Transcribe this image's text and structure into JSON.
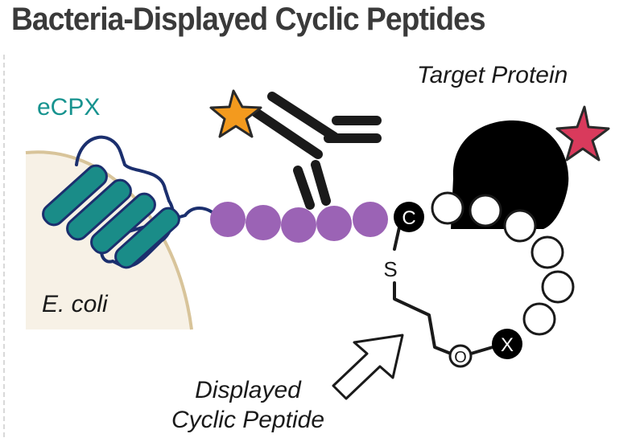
{
  "header": {
    "title": "Bacteria-Displayed Cyclic Peptides"
  },
  "labels": {
    "ecpx": "eCPX",
    "ecoli": "E. coli",
    "target_protein": "Target Protein",
    "displayed_line1": "Displayed",
    "displayed_line2": "Cyclic Peptide",
    "cys": "C",
    "sulfur": "S",
    "oxygen": "O",
    "x_residue": "X"
  },
  "colors": {
    "title": "#3a3a3a",
    "ecpx_label": "#17938f",
    "helix_fill": "#1a8c88",
    "helix_outline": "#1b2f6e",
    "cell_fill": "#f7f1e6",
    "cell_border": "#d8c49a",
    "linker_bead": "#9b63b5",
    "antibody": "#1a1a1a",
    "orange_star": "#f39a1e",
    "pink_star": "#d93a5c",
    "target_protein": "#000000"
  },
  "icons": {
    "antibody": "antibody-icon",
    "fluor_star_antibody": "star-icon-orange",
    "fluor_star_target": "star-icon-pink",
    "arrow": "hollow-arrow-icon"
  }
}
